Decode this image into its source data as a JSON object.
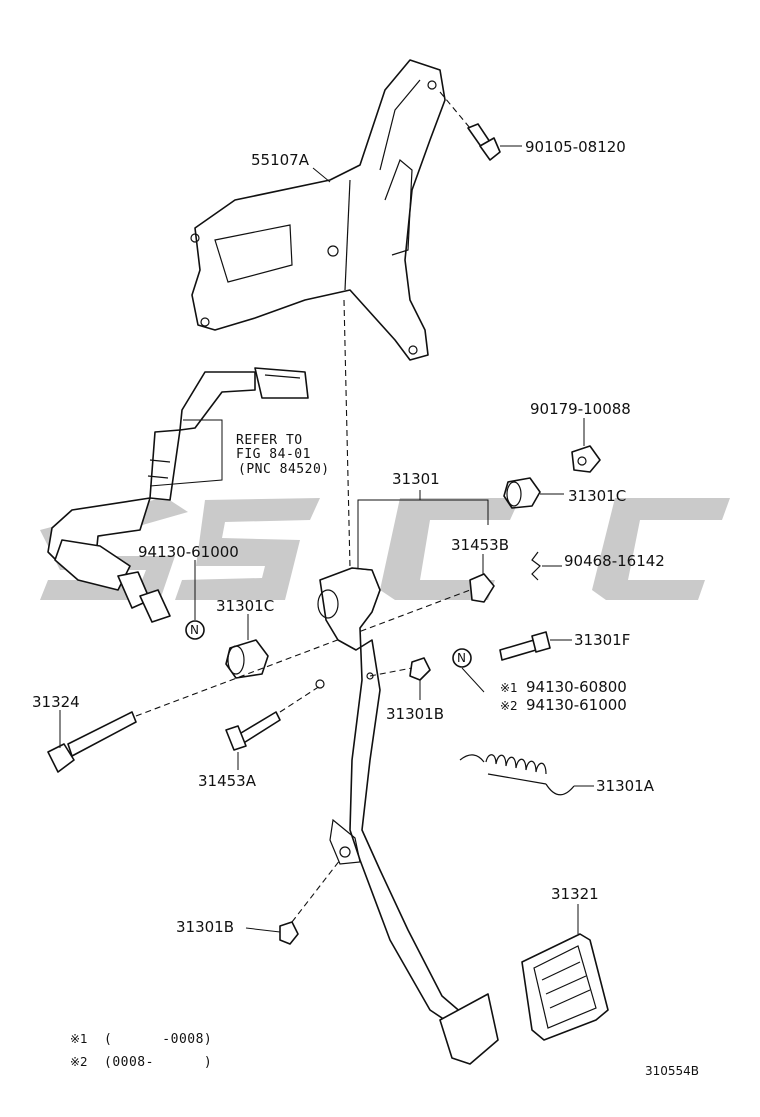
{
  "diagram": {
    "labels": {
      "l_55107A": "55107A",
      "l_90105": "90105-08120",
      "l_refer1": "REFER TO",
      "l_refer2": "FIG 84-01",
      "l_refer3": "(PNC 84520)",
      "l_90179": "90179-10088",
      "l_31301": "31301",
      "l_31301C_top": "31301C",
      "l_31453B": "31453B",
      "l_90468": "90468-16142",
      "l_94130_61000_left": "94130-61000",
      "l_31301C_left": "31301C",
      "l_31301F": "31301F",
      "l_94130_60800": "94130-60800",
      "l_94130_61000_right": "94130-61000",
      "l_note_mark1": "※1",
      "l_note_mark2": "※2",
      "l_31324": "31324",
      "l_31301B_mid": "31301B",
      "l_31453A": "31453A",
      "l_31301A": "31301A",
      "l_31321": "31321",
      "l_31301B_low": "31301B",
      "l_n1": "N",
      "l_n2": "N",
      "foot1_mark": "※1",
      "foot1_text": "(      -0008)",
      "foot2_mark": "※2",
      "foot2_text": "(0008-      )",
      "figure_id": "310554B"
    }
  }
}
